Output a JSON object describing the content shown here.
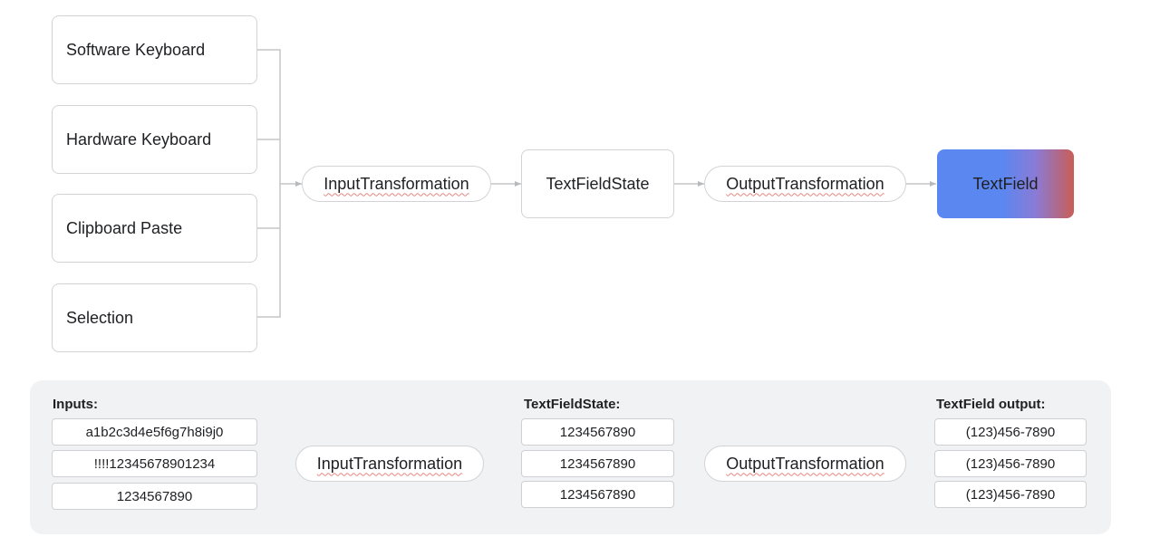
{
  "top": {
    "sources": [
      "Software Keyboard",
      "Hardware Keyboard",
      "Clipboard Paste",
      "Selection"
    ],
    "input_transformation": "InputTransformation",
    "state": "TextFieldState",
    "output_transformation": "OutputTransformation",
    "text_field": "TextField"
  },
  "bottom": {
    "inputs_label": "Inputs:",
    "inputs": [
      "a1b2c3d4e5f6g7h8i9j0",
      "!!!!12345678901234",
      "1234567890"
    ],
    "input_transformation": "InputTransformation",
    "state_label": "TextFieldState:",
    "state_values": [
      "1234567890",
      "1234567890",
      "1234567890"
    ],
    "output_transformation": "OutputTransformation",
    "output_label": "TextField output:",
    "outputs": [
      "(123)456-7890",
      "(123)456-7890",
      "(123)456-7890"
    ]
  },
  "colors": {
    "text_field_gradient": [
      "#5b87f0",
      "#8a7bd6",
      "#c95d56"
    ],
    "border": "#d2d3d6",
    "panel_background": "#f1f2f3",
    "connector": "#c4c5c8"
  }
}
